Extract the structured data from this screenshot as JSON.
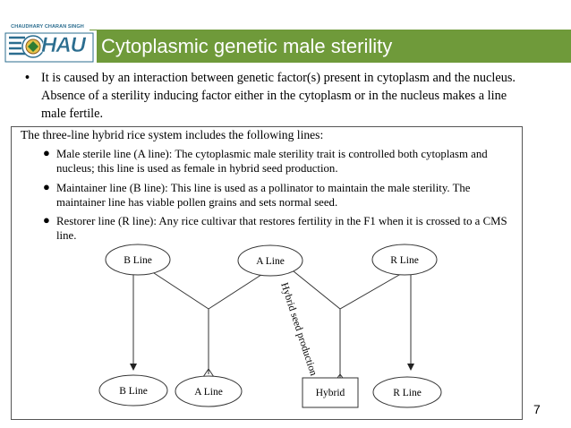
{
  "slide": {
    "title": "Cytoplasmic  genetic male  sterility",
    "page_number": "7",
    "accent_color": "#6f9a3a"
  },
  "logo": {
    "caption": "CHAUDHARY CHARAN SINGH",
    "letters": "HAU"
  },
  "bullet": {
    "marker": "•",
    "text": "It is caused by an interaction between genetic factor(s) present in  cytoplasm and the nucleus. Absence of a sterility inducing factor either in the  cytoplasm or in the nucleus makes a line male fertile."
  },
  "figure": {
    "intro": "The three-line hybrid rice system includes the following lines:",
    "items": [
      "Male sterile line (A line): The cytoplasmic male sterility trait is controlled both cytoplasm and nucleus; this line is used as female in hybrid seed production.",
      "Maintainer line (B line): This line is used as a pollinator to maintain the male sterility. The maintainer line has viable pollen grains and sets normal seed.",
      "Restorer line (R line): Any rice cultivar that restores fertility in the F1 when it is crossed to a CMS line."
    ],
    "diagram": {
      "top_nodes": [
        "B Line",
        "A Line",
        "R Line"
      ],
      "bottom_nodes": [
        "B Line",
        "A Line",
        "Hybrid",
        "R Line"
      ],
      "diagonal_label": "Hybrid seed production"
    }
  }
}
